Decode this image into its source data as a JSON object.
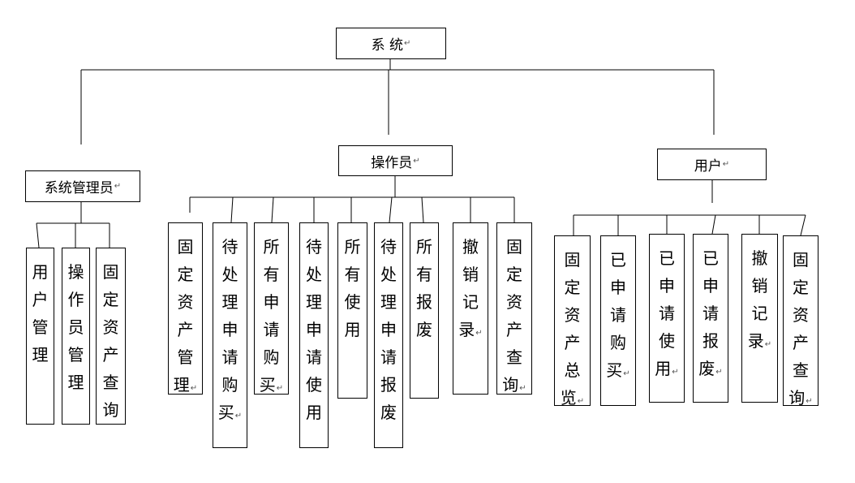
{
  "diagram": {
    "root": {
      "label": "系 统",
      "mark": "↵"
    },
    "branches": [
      {
        "label": "系统管理员",
        "mark": "↵",
        "children": [
          {
            "label": "用户管理",
            "mark": ""
          },
          {
            "label": "操作员管理",
            "mark": ""
          },
          {
            "label": "固定资产查询",
            "mark": ""
          }
        ]
      },
      {
        "label": "操作员",
        "mark": "↵",
        "children": [
          {
            "label": "固定资产管理",
            "mark": "↵"
          },
          {
            "label": "待处理申请购买",
            "mark": "↵"
          },
          {
            "label": "所有申请购买",
            "mark": "↵"
          },
          {
            "label": "待处理申请使用",
            "mark": ""
          },
          {
            "label": "所有使用",
            "mark": ""
          },
          {
            "label": "待处理申请报废",
            "mark": ""
          },
          {
            "label": "所有报废",
            "mark": ""
          },
          {
            "label": "撤销记录",
            "mark": "↵"
          },
          {
            "label": "固定资产查询",
            "mark": "↵"
          }
        ]
      },
      {
        "label": "用户",
        "mark": "↵",
        "children": [
          {
            "label": "固定资产总览",
            "mark": "↵"
          },
          {
            "label": "已申请购买",
            "mark": "↵"
          },
          {
            "label": "已申请使用",
            "mark": "↵"
          },
          {
            "label": "已申请报废",
            "mark": "↵"
          },
          {
            "label": "撤销记录",
            "mark": "↵"
          },
          {
            "label": "固定资产查询",
            "mark": "↵"
          }
        ]
      }
    ]
  }
}
